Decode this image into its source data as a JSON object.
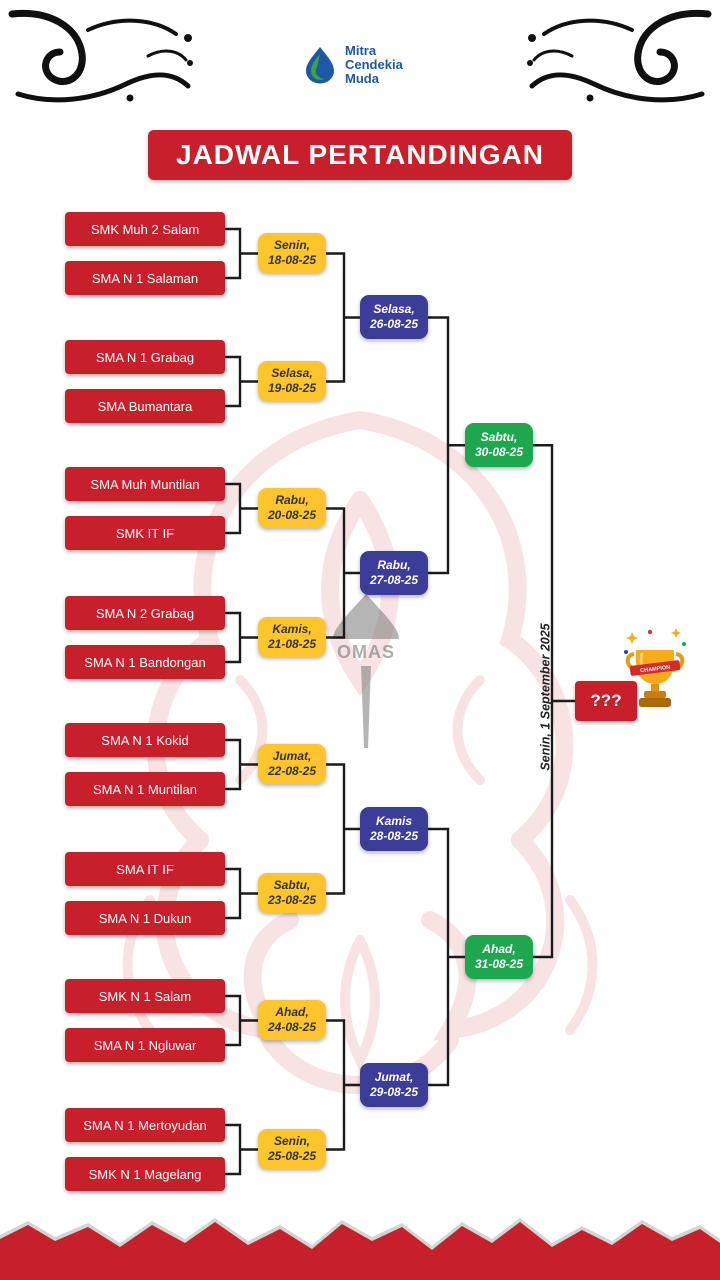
{
  "logo": {
    "line1": "Mitra",
    "line2": "Cendekia",
    "line3": "Muda"
  },
  "title": "JADWAL PERTANDINGAN",
  "bracket": {
    "round1": [
      {
        "team1": "SMK Muh 2 Salam",
        "team2": "SMA N 1 Salaman",
        "day": "Senin,",
        "date": "18-08-25"
      },
      {
        "team1": "SMA N 1 Grabag",
        "team2": "SMA Bumantara",
        "day": "Selasa,",
        "date": "19-08-25"
      },
      {
        "team1": "SMA Muh Muntilan",
        "team2": "SMK IT IF",
        "day": "Rabu,",
        "date": "20-08-25"
      },
      {
        "team1": "SMA N 2 Grabag",
        "team2": "SMA N 1 Bandongan",
        "day": "Kamis,",
        "date": "21-08-25"
      },
      {
        "team1": "SMA N 1 Kokid",
        "team2": "SMA N 1 Muntilan",
        "day": "Jumat,",
        "date": "22-08-25"
      },
      {
        "team1": "SMA IT IF",
        "team2": "SMA N 1 Dukun",
        "day": "Sabtu,",
        "date": "23-08-25"
      },
      {
        "team1": "SMK N 1 Salam",
        "team2": "SMA N 1 Ngluwar",
        "day": "Ahad,",
        "date": "24-08-25"
      },
      {
        "team1": "SMA N 1 Mertoyudan",
        "team2": "SMK N 1 Magelang",
        "day": "Senin,",
        "date": "25-08-25"
      }
    ],
    "round2": [
      {
        "day": "Selasa,",
        "date": "26-08-25"
      },
      {
        "day": "Rabu,",
        "date": "27-08-25"
      },
      {
        "day": "Kamis",
        "date": "28-08-25"
      },
      {
        "day": "Jumat,",
        "date": "29-08-25"
      }
    ],
    "semifinal": [
      {
        "day": "Sabtu,",
        "date": "30-08-25"
      },
      {
        "day": "Ahad,",
        "date": "31-08-25"
      }
    ],
    "final": {
      "date": "Senin, 1 September 2025",
      "winner": "???"
    }
  },
  "watermark": {
    "text": "OMAS"
  },
  "trophy": {
    "ribbon": "CHAMPION"
  },
  "colors": {
    "red": "#c8202b",
    "yellow": "#ffc52f",
    "blue": "#3b3d99",
    "green": "#1fa750",
    "logo_blue": "#1d59a8",
    "connector": "#1b1b1b"
  }
}
